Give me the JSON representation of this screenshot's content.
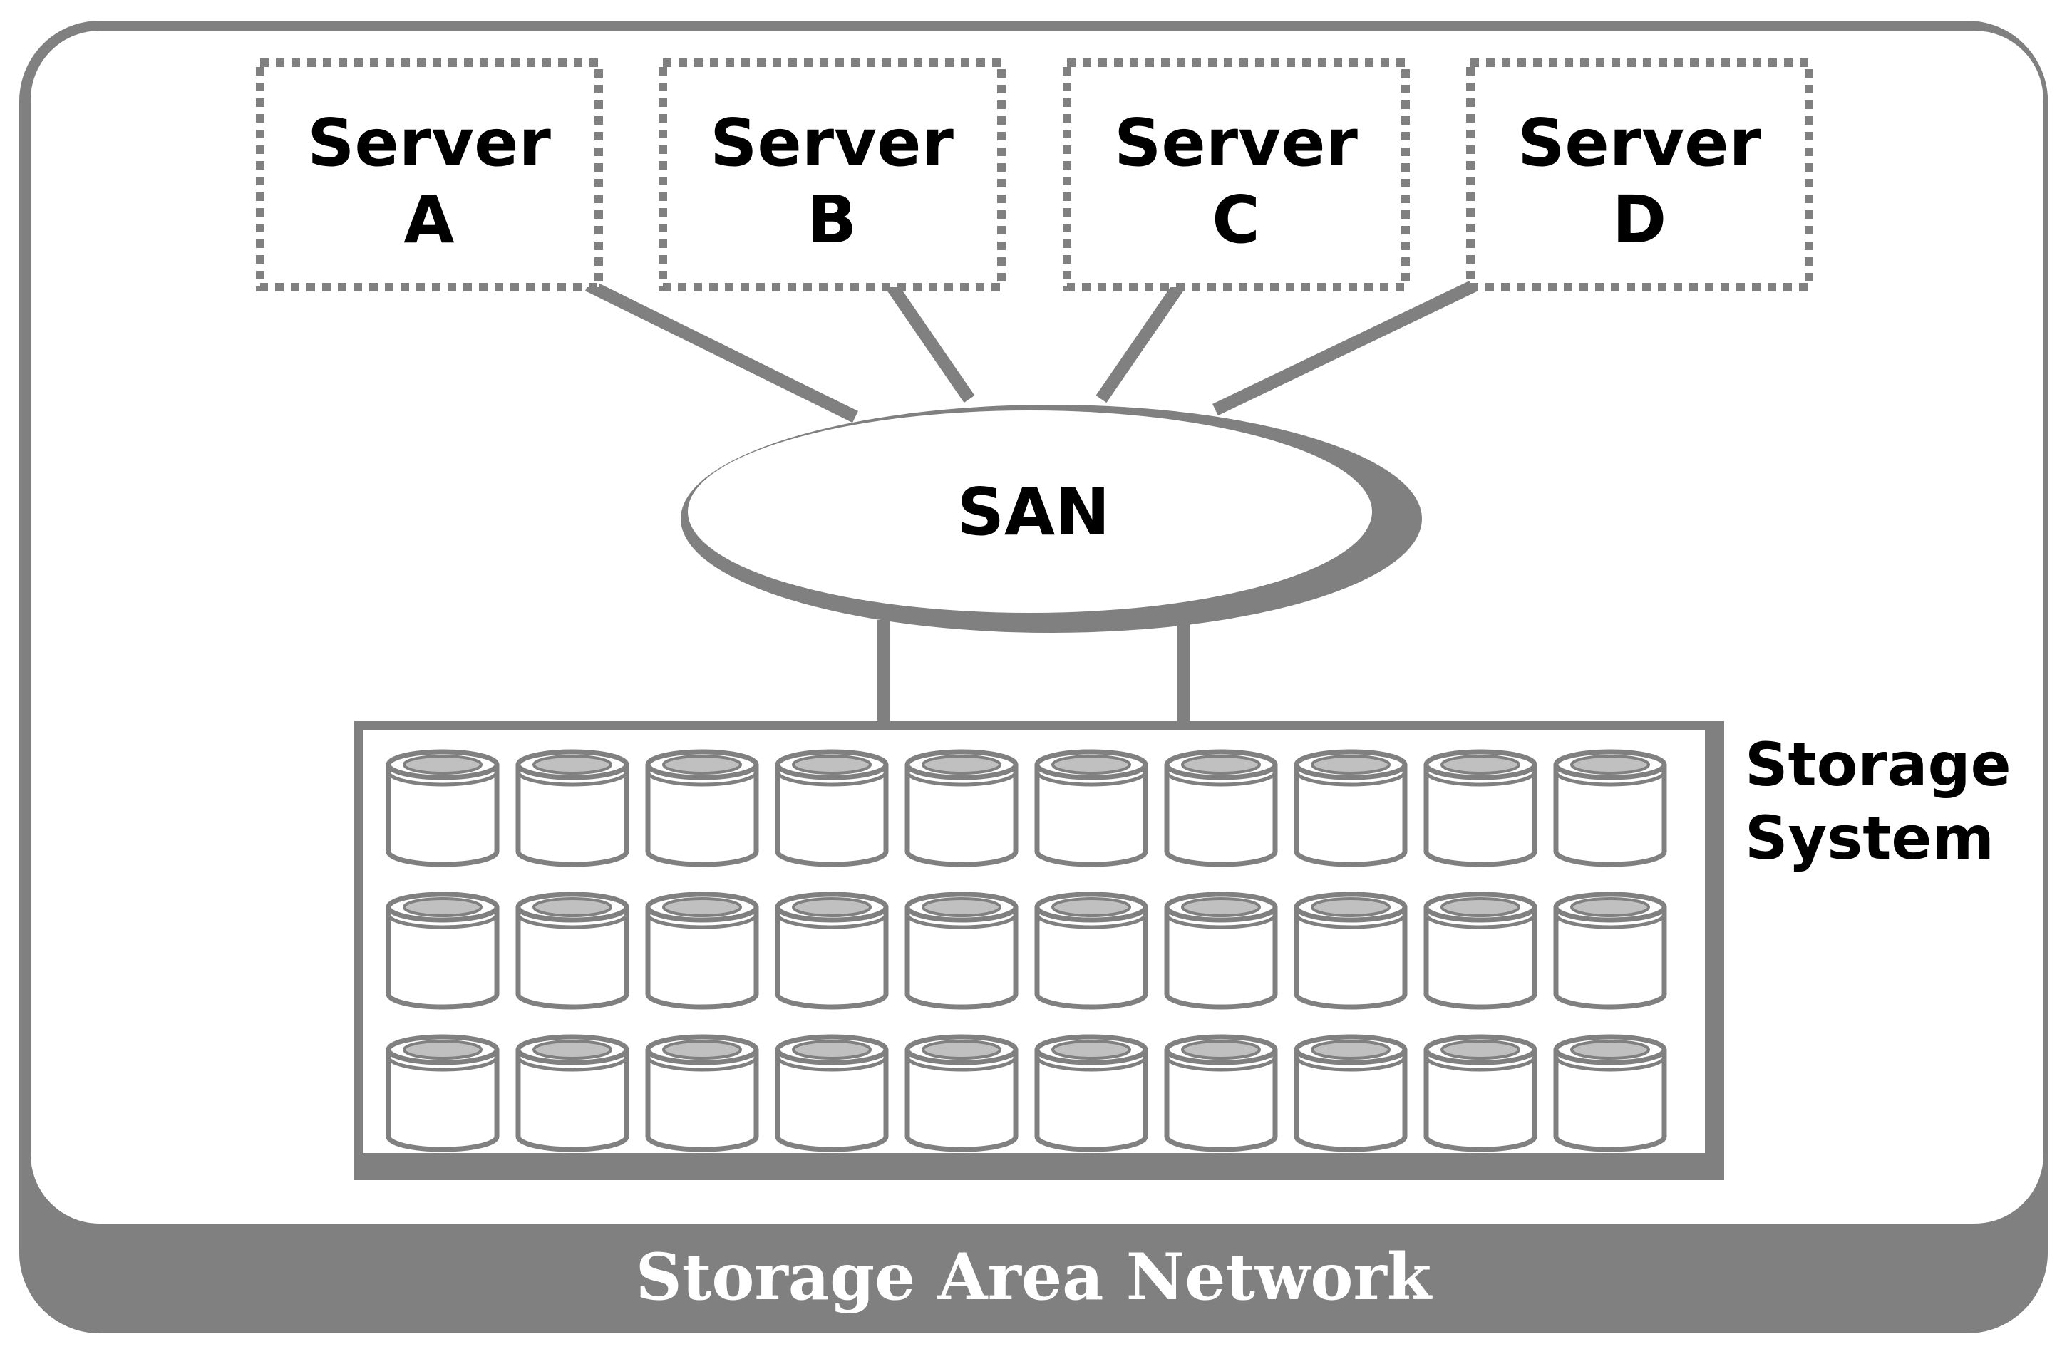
{
  "colors": {
    "frame": "#808080",
    "disk_top": "#c0c0c0",
    "text_dark": "#000000",
    "text_light": "#ffffff",
    "background": "#ffffff"
  },
  "servers": [
    {
      "line1": "Server",
      "line2": "A"
    },
    {
      "line1": "Server",
      "line2": "B"
    },
    {
      "line1": "Server",
      "line2": "C"
    },
    {
      "line1": "Server",
      "line2": "D"
    }
  ],
  "san": {
    "label": "SAN"
  },
  "storage": {
    "label_line1": "Storage",
    "label_line2": "System",
    "rows": 3,
    "columns": 10
  },
  "footer": {
    "title": "Storage Area Network"
  }
}
